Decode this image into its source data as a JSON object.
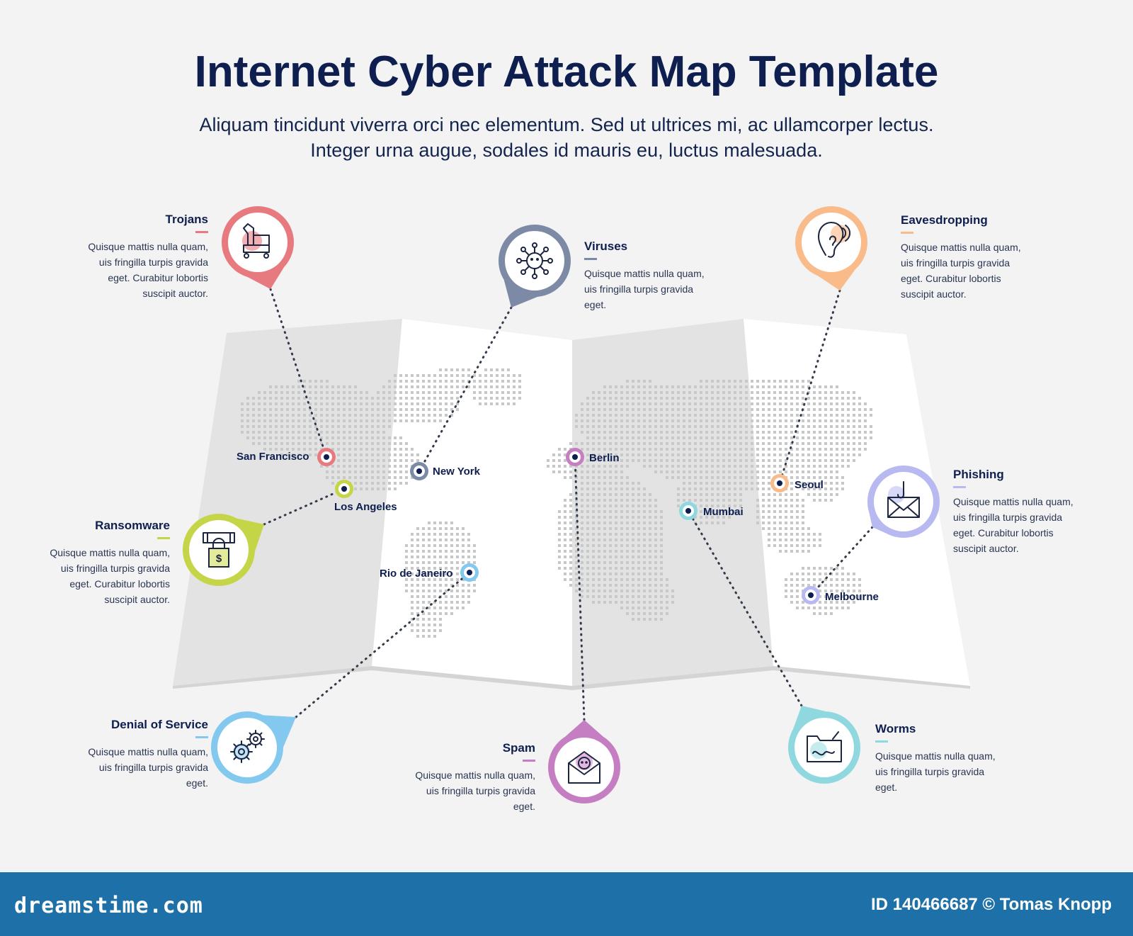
{
  "header": {
    "title": "Internet Cyber Attack Map Template",
    "subtitle": "Aliquam tincidunt viverra orci nec elementum. Sed ut ultrices mi, ac ullamcorper lectus. Integer urna augue, sodales id mauris eu, luctus malesuada."
  },
  "categories": [
    {
      "name": "Trojans",
      "description": "Quisque mattis nulla quam, uis fringilla turpis gravida eget. Curabitur lobortis suscipit auctor.",
      "color": "#e77a7e",
      "icon": "trojan-horse-icon"
    },
    {
      "name": "Viruses",
      "description": "Quisque mattis nulla quam, uis fringilla turpis gravida eget.",
      "color": "#7d8aa5",
      "icon": "virus-icon"
    },
    {
      "name": "Eavesdropping",
      "description": "Quisque mattis nulla quam, uis fringilla turpis gravida eget. Curabitur lobortis suscipit auctor.",
      "color": "#f9bb8a",
      "icon": "ear-icon"
    },
    {
      "name": "Ransomware",
      "description": "Quisque mattis nulla quam, uis fringilla turpis gravida eget. Curabitur lobortis suscipit auctor.",
      "color": "#c5d548",
      "icon": "ransomware-icon"
    },
    {
      "name": "Phishing",
      "description": "Quisque mattis nulla quam, uis fringilla turpis gravida eget. Curabitur lobortis suscipit auctor.",
      "color": "#b7b9f0",
      "icon": "phishing-envelope-icon"
    },
    {
      "name": "Denial of Service",
      "description": "Quisque mattis nulla quam, uis fringilla turpis gravida eget.",
      "color": "#83c8ee",
      "icon": "gears-icon"
    },
    {
      "name": "Spam",
      "description": "Quisque mattis nulla quam, uis fringilla turpis gravida eget.",
      "color": "#c67ec2",
      "icon": "spam-envelope-icon"
    },
    {
      "name": "Worms",
      "description": "Quisque mattis nulla quam, uis fringilla turpis gravida eget.",
      "color": "#8fd8df",
      "icon": "worm-folder-icon"
    }
  ],
  "cities": [
    {
      "name": "San Francisco",
      "color": "#e77a7e"
    },
    {
      "name": "Los Angeles",
      "color": "#c5d548"
    },
    {
      "name": "New York",
      "color": "#7d8aa5"
    },
    {
      "name": "Rio de Janeiro",
      "color": "#83c8ee"
    },
    {
      "name": "Berlin",
      "color": "#c67ec2"
    },
    {
      "name": "Mumbai",
      "color": "#8fd8df"
    },
    {
      "name": "Seoul",
      "color": "#f9bb8a"
    },
    {
      "name": "Melbourne",
      "color": "#b7b9f0"
    }
  ],
  "footer": {
    "brand": "dreamstime.com",
    "credit": "ID 140466687 © Tomas Knopp"
  },
  "colors": {
    "title": "#0e1f4f",
    "footer_bg": "#1d70a8",
    "map_shade": "#e2e3e2",
    "map_light": "#ffffff"
  }
}
